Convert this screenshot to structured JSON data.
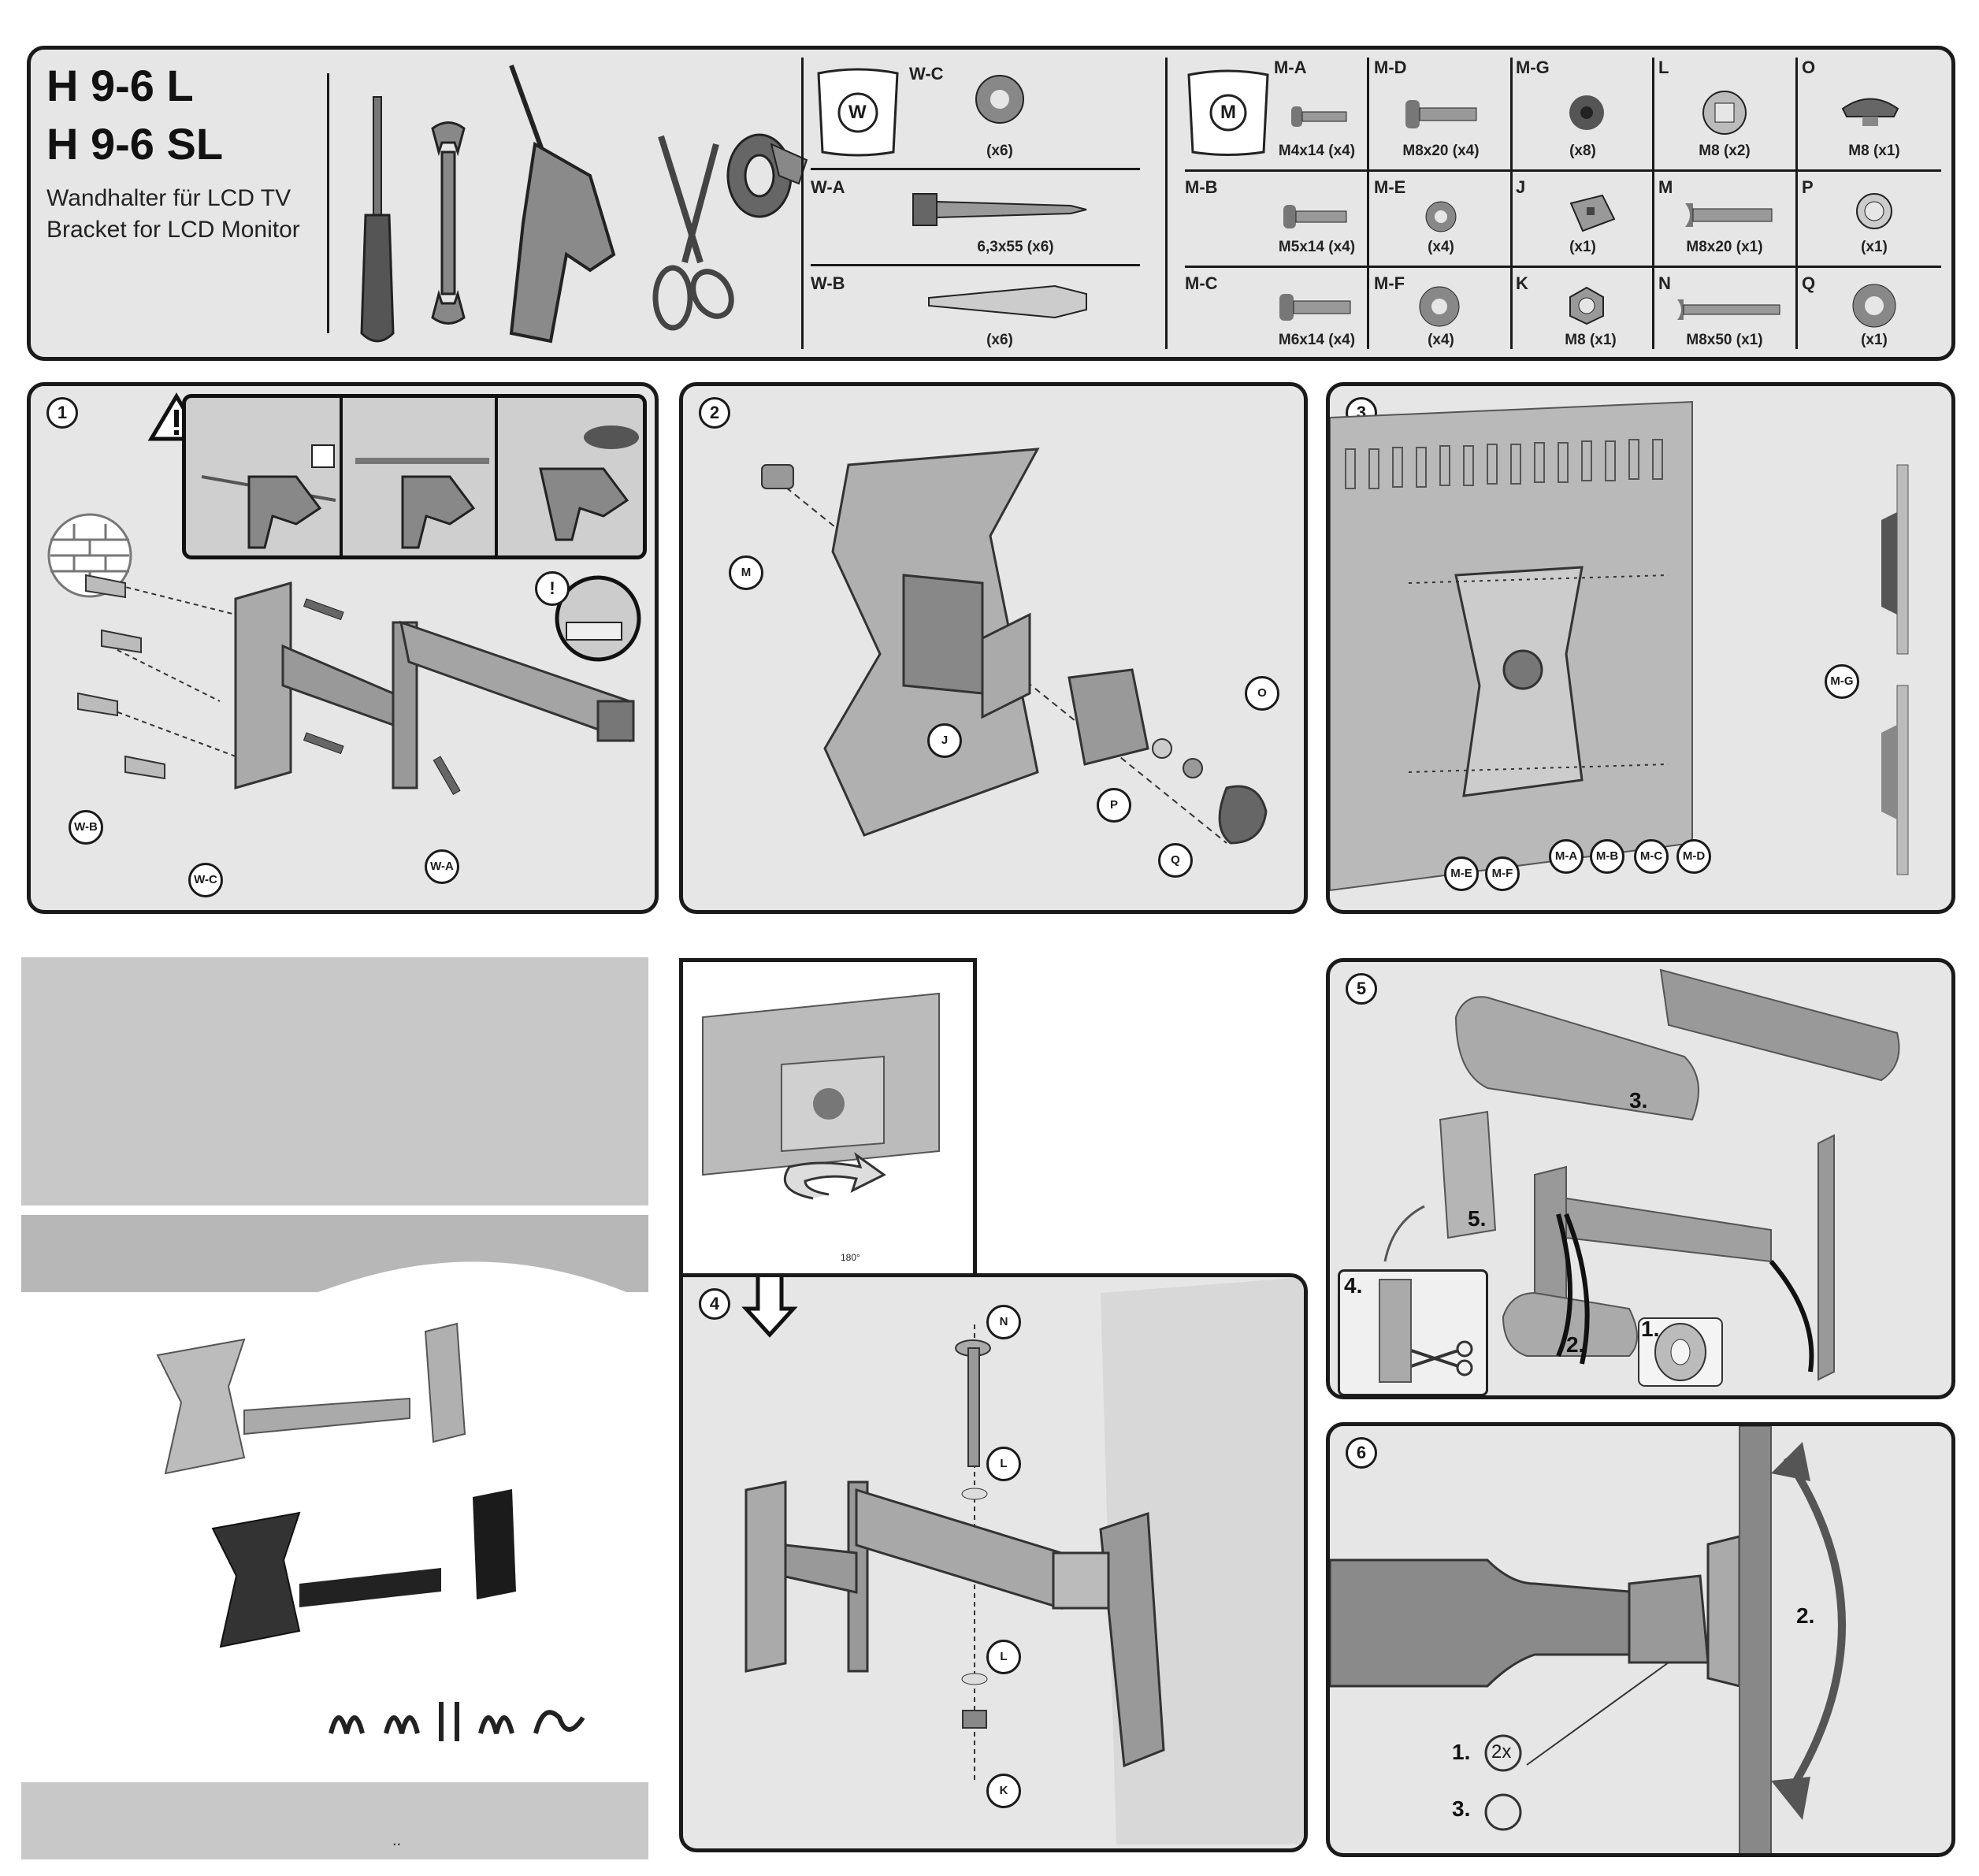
{
  "header": {
    "model_line1": "H 9-6 L",
    "model_line2": "H 9-6 SL",
    "desc_de": "Wandhalter für LCD TV",
    "desc_en": "Bracket for LCD Monitor"
  },
  "parts_wall": {
    "bag_letter": "W",
    "items": [
      {
        "code": "W-C",
        "qty": "(x6)"
      },
      {
        "code": "W-A",
        "qty": "6,3x55 (x6)"
      },
      {
        "code": "W-B",
        "qty": "(x6)"
      }
    ]
  },
  "parts_monitor": {
    "bag_letter": "M",
    "items": [
      {
        "code": "M-A",
        "qty": "M4x14 (x4)"
      },
      {
        "code": "M-D",
        "qty": "M8x20 (x4)"
      },
      {
        "code": "M-G",
        "qty": "(x8)"
      },
      {
        "code": "L",
        "qty": "M8 (x2)"
      },
      {
        "code": "O",
        "qty": "M8 (x1)"
      },
      {
        "code": "M-B",
        "qty": "M5x14 (x4)"
      },
      {
        "code": "M-E",
        "qty": "(x4)"
      },
      {
        "code": "J",
        "qty": "(x1)"
      },
      {
        "code": "M",
        "qty": "M8x20 (x1)"
      },
      {
        "code": "P",
        "qty": "(x1)"
      },
      {
        "code": "M-C",
        "qty": "M6x14 (x4)"
      },
      {
        "code": "M-F",
        "qty": "(x4)"
      },
      {
        "code": "K",
        "qty": "M8 (x1)"
      },
      {
        "code": "N",
        "qty": "M8x50 (x1)"
      },
      {
        "code": "Q",
        "qty": "(x1)"
      }
    ]
  },
  "steps": {
    "s1": {
      "num": "1",
      "callouts": [
        "W-B",
        "W-C",
        "W-A"
      ],
      "warn": "!"
    },
    "s2": {
      "num": "2",
      "callouts": [
        "M",
        "J",
        "P",
        "Q",
        "O"
      ]
    },
    "s3": {
      "num": "3",
      "callouts": [
        "M-E",
        "M-F",
        "M-A",
        "M-B",
        "M-C",
        "M-D",
        "M-G"
      ]
    },
    "s4": {
      "num": "4",
      "rotate": "180°",
      "callouts": [
        "N",
        "L",
        "L",
        "K"
      ]
    },
    "s5": {
      "num": "5",
      "labels": [
        "3.",
        "5.",
        "4.",
        "2.",
        "1."
      ]
    },
    "s6": {
      "num": "6",
      "labels": [
        "2.",
        "1.",
        "2x",
        "3."
      ]
    }
  },
  "cover": {
    "footer_text": ".."
  },
  "colors": {
    "panel_bg": "#e6e6e6",
    "border": "#1a1a1a",
    "metal": "#9a9a9a",
    "cover_gray": "#c8c8c8"
  }
}
